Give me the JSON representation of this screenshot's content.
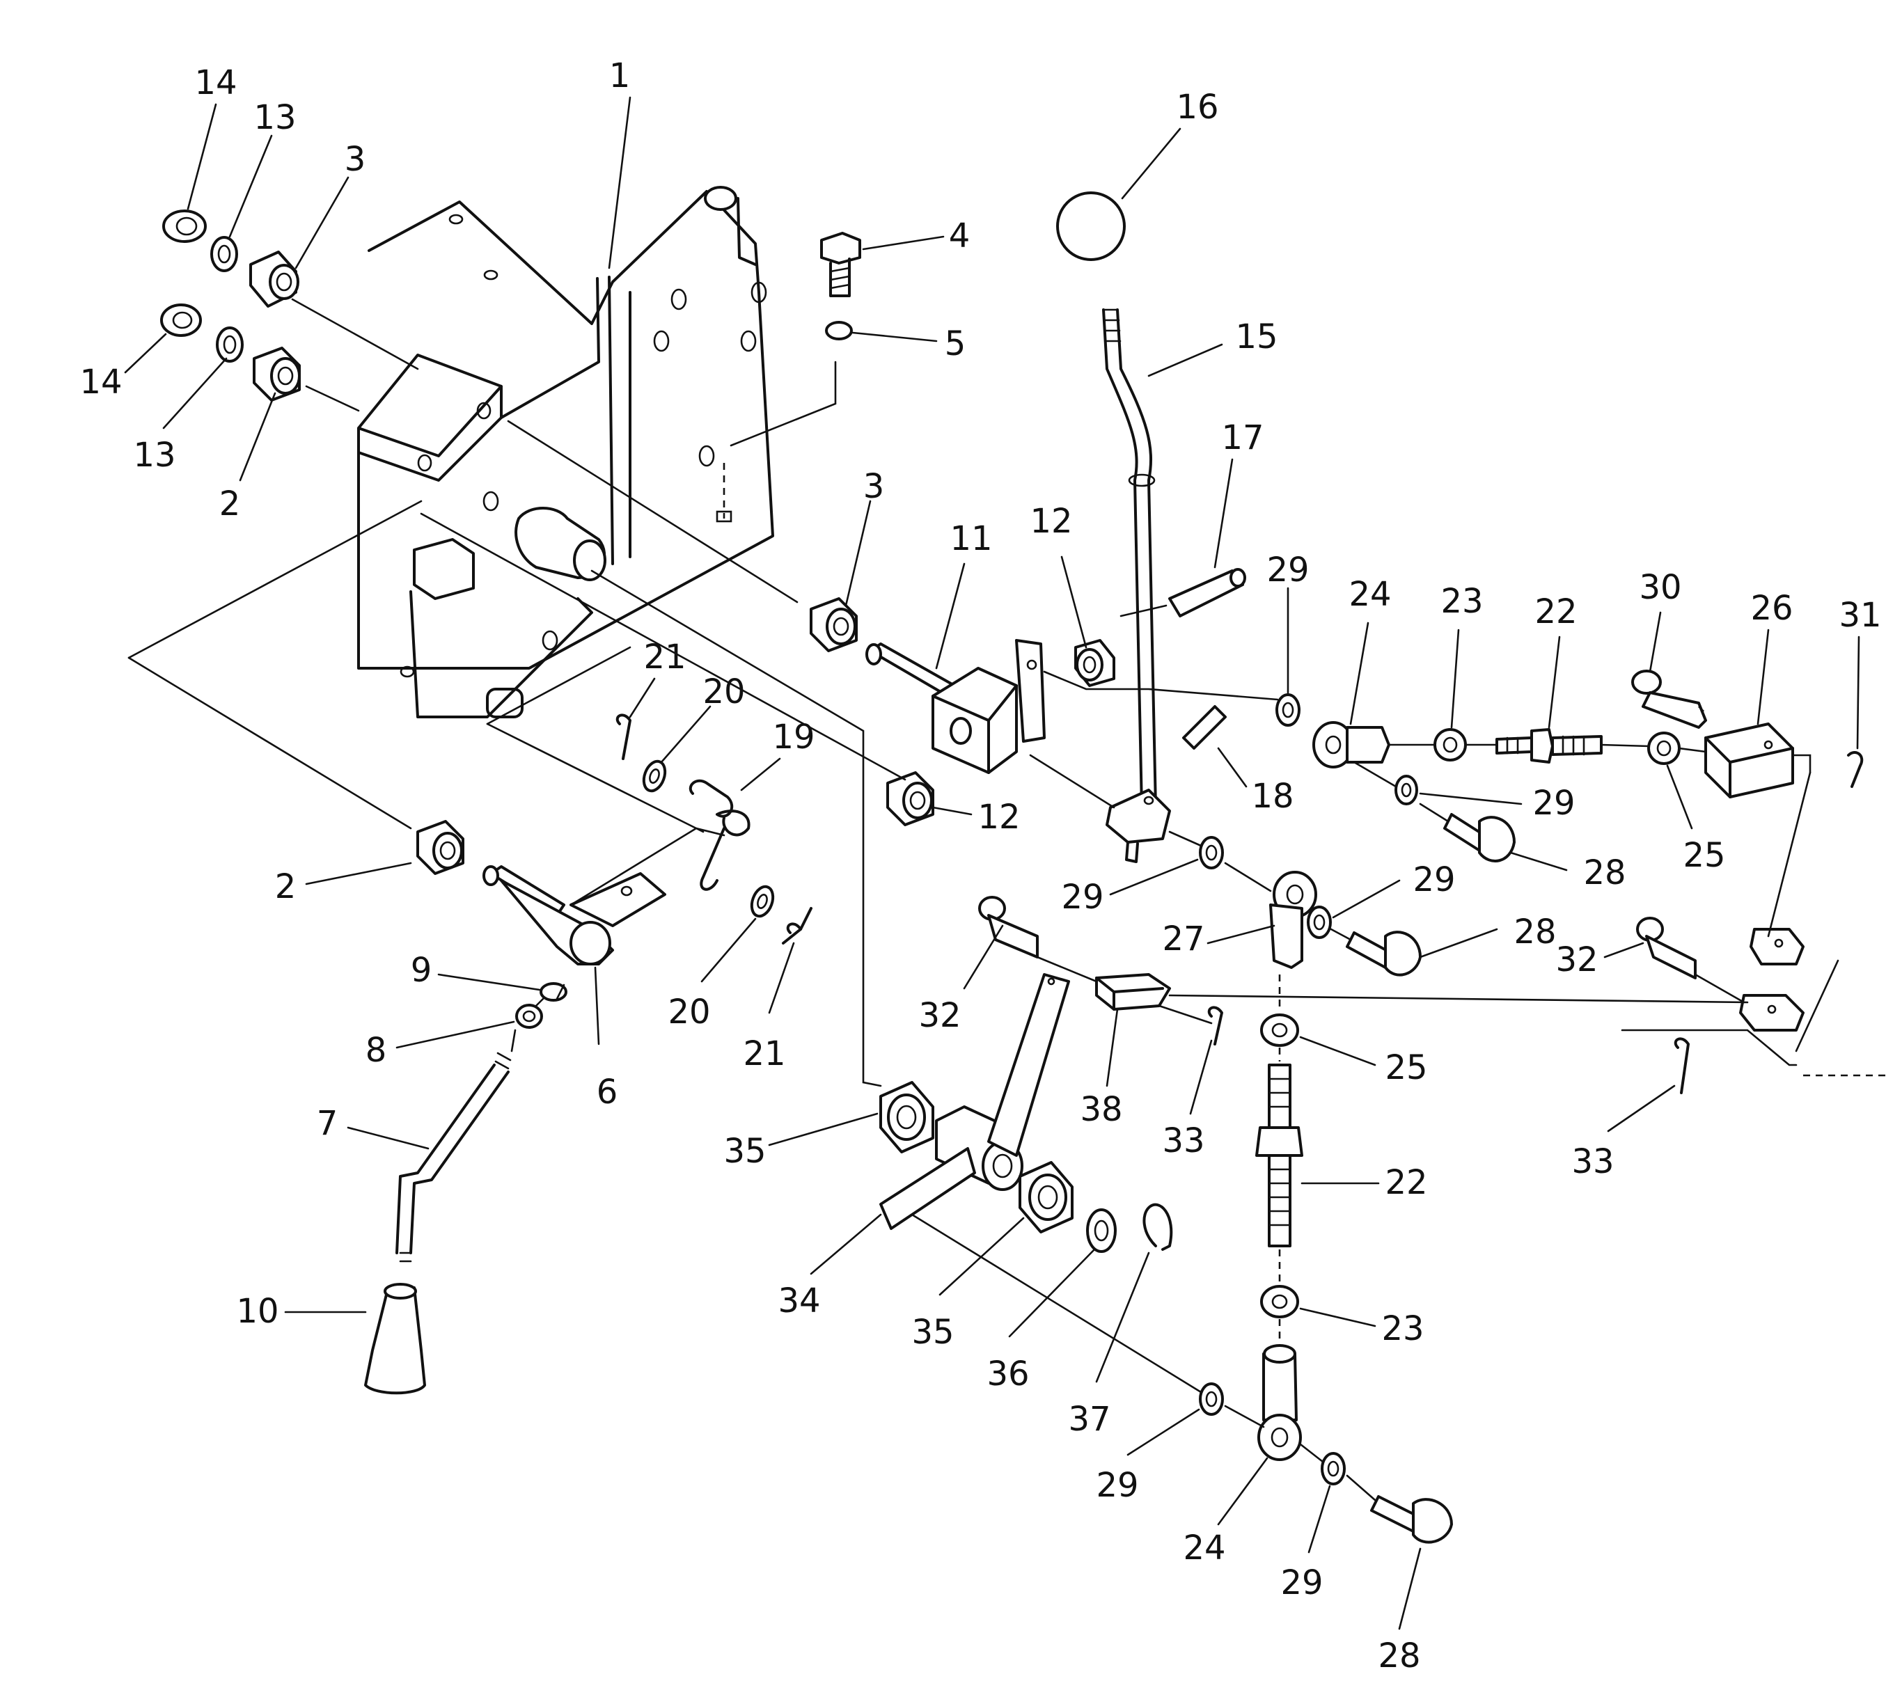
{
  "callouts": [
    {
      "id": "c1",
      "text": "1"
    },
    {
      "id": "c2a",
      "text": "2"
    },
    {
      "id": "c2b",
      "text": "2"
    },
    {
      "id": "c3a",
      "text": "3"
    },
    {
      "id": "c3b",
      "text": "3"
    },
    {
      "id": "c4",
      "text": "4"
    },
    {
      "id": "c5",
      "text": "5"
    },
    {
      "id": "c6",
      "text": "6"
    },
    {
      "id": "c7",
      "text": "7"
    },
    {
      "id": "c8",
      "text": "8"
    },
    {
      "id": "c9",
      "text": "9"
    },
    {
      "id": "c10",
      "text": "10"
    },
    {
      "id": "c11",
      "text": "11"
    },
    {
      "id": "c12a",
      "text": "12"
    },
    {
      "id": "c12b",
      "text": "12"
    },
    {
      "id": "c13a",
      "text": "13"
    },
    {
      "id": "c13b",
      "text": "13"
    },
    {
      "id": "c14a",
      "text": "14"
    },
    {
      "id": "c14b",
      "text": "14"
    },
    {
      "id": "c15",
      "text": "15"
    },
    {
      "id": "c16",
      "text": "16"
    },
    {
      "id": "c17",
      "text": "17"
    },
    {
      "id": "c18",
      "text": "18"
    },
    {
      "id": "c19",
      "text": "19"
    },
    {
      "id": "c20a",
      "text": "20"
    },
    {
      "id": "c20b",
      "text": "20"
    },
    {
      "id": "c21a",
      "text": "21"
    },
    {
      "id": "c21b",
      "text": "21"
    },
    {
      "id": "c22a",
      "text": "22"
    },
    {
      "id": "c22b",
      "text": "22"
    },
    {
      "id": "c23a",
      "text": "23"
    },
    {
      "id": "c23b",
      "text": "23"
    },
    {
      "id": "c24a",
      "text": "24"
    },
    {
      "id": "c24b",
      "text": "24"
    },
    {
      "id": "c25a",
      "text": "25"
    },
    {
      "id": "c25b",
      "text": "25"
    },
    {
      "id": "c26",
      "text": "26"
    },
    {
      "id": "c27",
      "text": "27"
    },
    {
      "id": "c28a",
      "text": "28"
    },
    {
      "id": "c28b",
      "text": "28"
    },
    {
      "id": "c28c",
      "text": "28"
    },
    {
      "id": "c29a",
      "text": "29"
    },
    {
      "id": "c29b",
      "text": "29"
    },
    {
      "id": "c29c",
      "text": "29"
    },
    {
      "id": "c29d",
      "text": "29"
    },
    {
      "id": "c29e",
      "text": "29"
    },
    {
      "id": "c29f",
      "text": "29"
    },
    {
      "id": "c30",
      "text": "30"
    },
    {
      "id": "c31",
      "text": "31"
    },
    {
      "id": "c32a",
      "text": "32"
    },
    {
      "id": "c32b",
      "text": "32"
    },
    {
      "id": "c33a",
      "text": "33"
    },
    {
      "id": "c33b",
      "text": "33"
    },
    {
      "id": "c34",
      "text": "34"
    },
    {
      "id": "c35a",
      "text": "35"
    },
    {
      "id": "c35b",
      "text": "35"
    },
    {
      "id": "c36",
      "text": "36"
    },
    {
      "id": "c37",
      "text": "37"
    },
    {
      "id": "c38",
      "text": "38"
    }
  ]
}
